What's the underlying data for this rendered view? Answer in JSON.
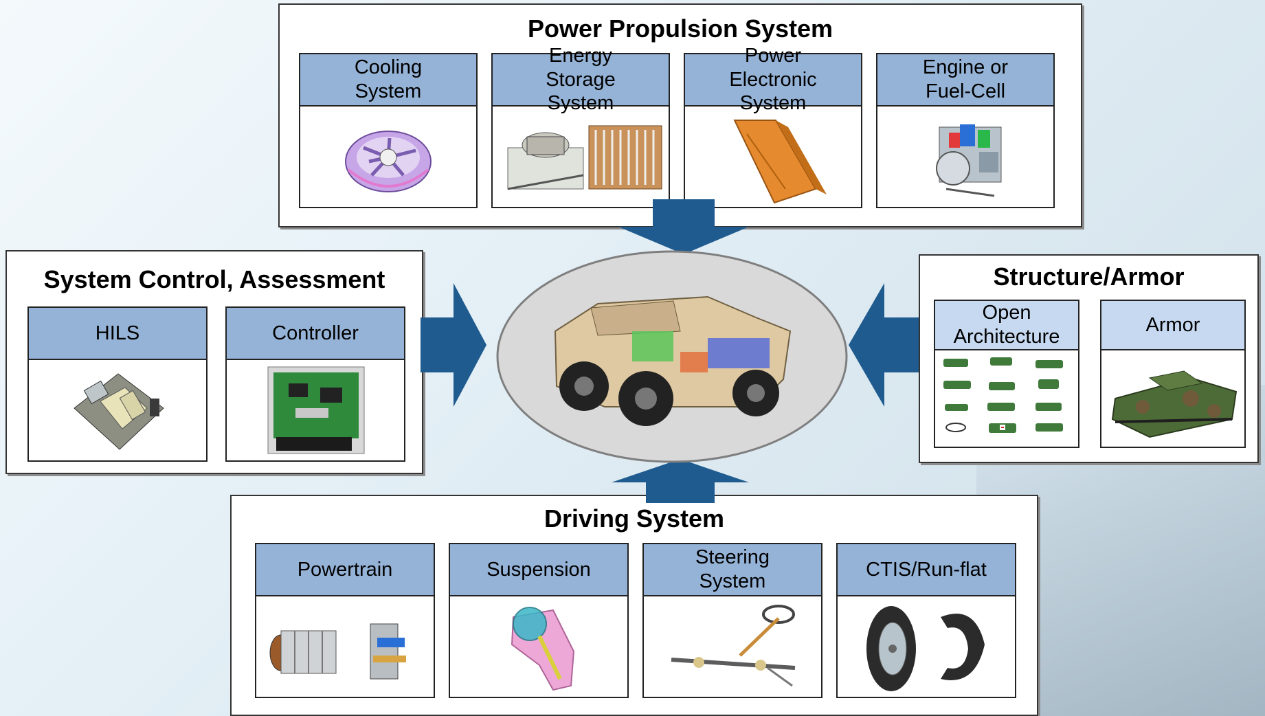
{
  "panels": {
    "power": {
      "title": "Power Propulsion System",
      "cards": [
        {
          "label": "Cooling\nSystem",
          "icon": "cooling-fan-icon"
        },
        {
          "label": "Energy\nStorage\nSystem",
          "icon": "energy-storage-icon"
        },
        {
          "label": "Power\nElectronic\nSystem",
          "icon": "power-electronics-icon"
        },
        {
          "label": "Engine or\nFuel-Cell",
          "icon": "engine-icon"
        }
      ]
    },
    "control": {
      "title": "System Control, Assessment",
      "cards": [
        {
          "label": "HILS",
          "icon": "hils-simulator-icon"
        },
        {
          "label": "Controller",
          "icon": "controller-board-icon"
        }
      ]
    },
    "structure": {
      "title": "Structure/Armor",
      "cards": [
        {
          "label": "Open\nArchitecture",
          "icon": "vehicle-variants-icon"
        },
        {
          "label": "Armor",
          "icon": "armored-vehicle-icon"
        }
      ]
    },
    "driving": {
      "title": "Driving System",
      "cards": [
        {
          "label": "Powertrain",
          "icon": "powertrain-icon"
        },
        {
          "label": "Suspension",
          "icon": "suspension-icon"
        },
        {
          "label": "Steering\nSystem",
          "icon": "steering-icon"
        },
        {
          "label": "CTIS/Run-flat",
          "icon": "tire-icon"
        }
      ]
    }
  },
  "center": {
    "icon": "vehicle-icon"
  },
  "colors": {
    "header": "#95b3d7",
    "header_light": "#c6d9f1",
    "arrow": "#1f5b8f",
    "hub": "#d9d9d9"
  }
}
